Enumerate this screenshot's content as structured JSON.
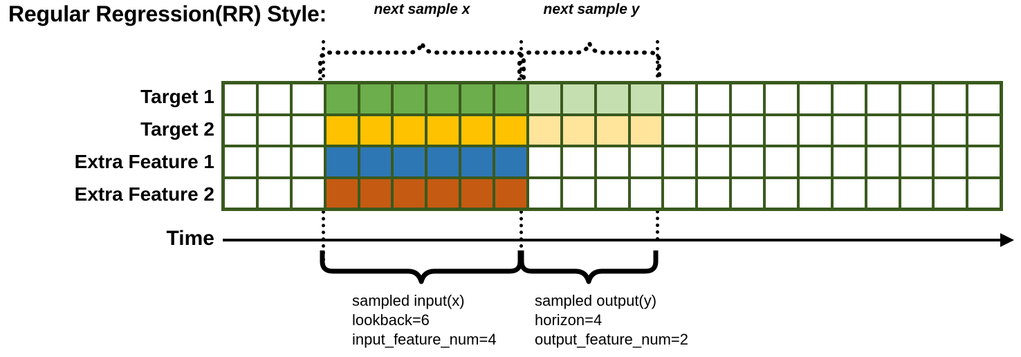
{
  "title": "Regular Regression(RR) Style:",
  "row_labels": [
    "Target 1",
    "Target 2",
    "Extra Feature 1",
    "Extra Feature 2"
  ],
  "time_axis": {
    "label": "Time",
    "arrow_icon": "arrow-right-icon"
  },
  "annotations": {
    "top_left": "next sample x",
    "top_right": "next sample y"
  },
  "captions": {
    "input": {
      "line1": "sampled input(x)",
      "line2": "lookback=6",
      "line3": "input_feature_num=4"
    },
    "output": {
      "line1": "sampled output(y)",
      "line2": "horizon=4",
      "line3": "output_feature_num=2"
    }
  },
  "colors": {
    "grid_border": "#3A5A1E",
    "empty": "#FFFFFF",
    "target1_input": "#6CAD4C",
    "target1_output": "#C5DFB0",
    "target2_input": "#FFC200",
    "target2_output": "#FFE49B",
    "extra1_input": "#2E77B5",
    "extra2_input": "#C55A12",
    "axis": "#000000"
  },
  "chart_data": {
    "type": "heatmap",
    "title": "Regular Regression(RR) Style:",
    "total_columns": 23,
    "lookback": 6,
    "horizon": 4,
    "input_feature_num": 4,
    "output_feature_num": 2,
    "input_start_column": 4,
    "input_end_column": 9,
    "output_start_column": 10,
    "output_end_column": 13,
    "rows": [
      {
        "name": "Target 1",
        "cells": [
          "empty",
          "empty",
          "empty",
          "target1_input",
          "target1_input",
          "target1_input",
          "target1_input",
          "target1_input",
          "target1_input",
          "target1_output",
          "target1_output",
          "target1_output",
          "target1_output",
          "empty",
          "empty",
          "empty",
          "empty",
          "empty",
          "empty",
          "empty",
          "empty",
          "empty",
          "empty"
        ]
      },
      {
        "name": "Target 2",
        "cells": [
          "empty",
          "empty",
          "empty",
          "target2_input",
          "target2_input",
          "target2_input",
          "target2_input",
          "target2_input",
          "target2_input",
          "target2_output",
          "target2_output",
          "target2_output",
          "target2_output",
          "empty",
          "empty",
          "empty",
          "empty",
          "empty",
          "empty",
          "empty",
          "empty",
          "empty",
          "empty"
        ]
      },
      {
        "name": "Extra Feature 1",
        "cells": [
          "empty",
          "empty",
          "empty",
          "extra1_input",
          "extra1_input",
          "extra1_input",
          "extra1_input",
          "extra1_input",
          "extra1_input",
          "empty",
          "empty",
          "empty",
          "empty",
          "empty",
          "empty",
          "empty",
          "empty",
          "empty",
          "empty",
          "empty",
          "empty",
          "empty",
          "empty"
        ]
      },
      {
        "name": "Extra Feature 2",
        "cells": [
          "empty",
          "empty",
          "empty",
          "extra2_input",
          "extra2_input",
          "extra2_input",
          "extra2_input",
          "extra2_input",
          "extra2_input",
          "empty",
          "empty",
          "empty",
          "empty",
          "empty",
          "empty",
          "empty",
          "empty",
          "empty",
          "empty",
          "empty",
          "empty",
          "empty",
          "empty"
        ]
      }
    ]
  }
}
